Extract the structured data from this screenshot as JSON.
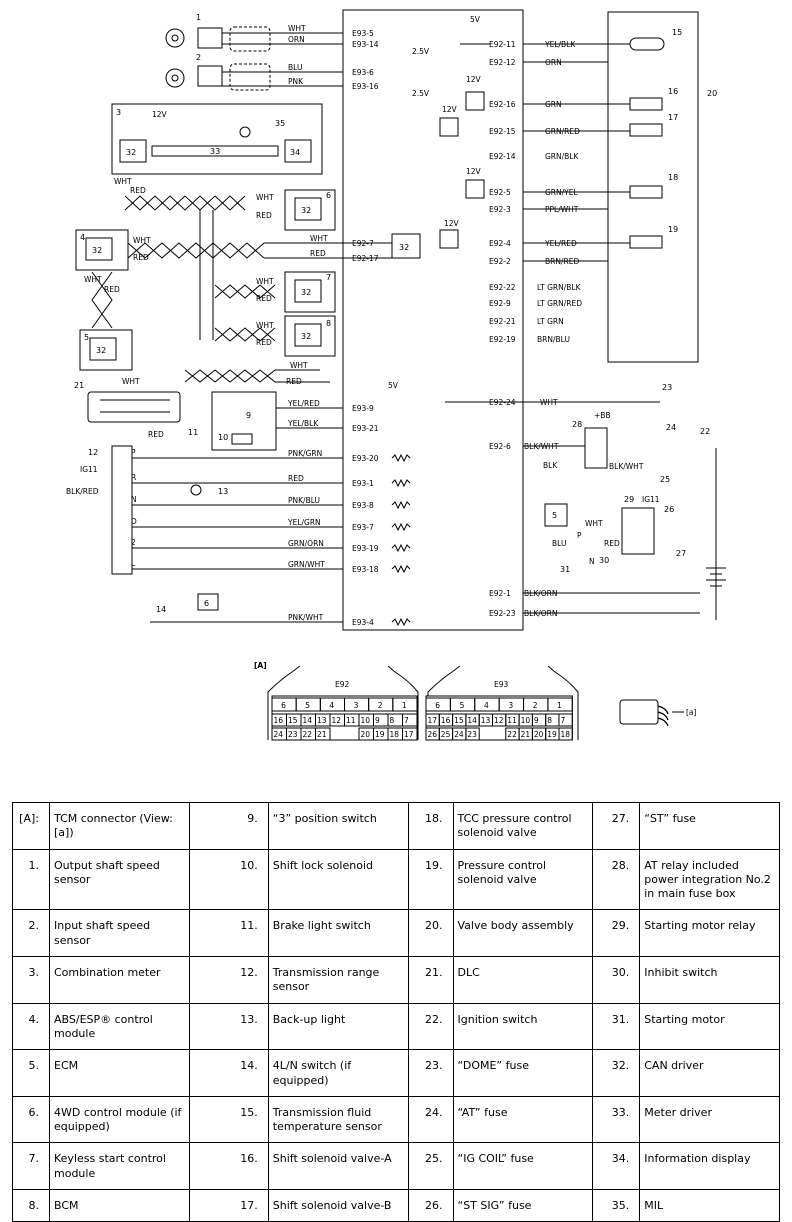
{
  "legend": {
    "rows": [
      [
        {
          "k": "[A]:",
          "v": "TCM connector (View: [a])"
        },
        {
          "k": "9.",
          "v": "“3” position switch"
        },
        {
          "k": "18.",
          "v": "TCC pressure control solenoid valve"
        },
        {
          "k": "27.",
          "v": "“ST” fuse"
        }
      ],
      [
        {
          "k": "1.",
          "v": "Output shaft speed sensor"
        },
        {
          "k": "10.",
          "v": "Shift lock solenoid"
        },
        {
          "k": "19.",
          "v": "Pressure control solenoid valve"
        },
        {
          "k": "28.",
          "v": "AT relay included power integration No.2 in main fuse box"
        }
      ],
      [
        {
          "k": "2.",
          "v": "Input shaft speed sensor"
        },
        {
          "k": "11.",
          "v": "Brake light switch"
        },
        {
          "k": "20.",
          "v": "Valve body assembly"
        },
        {
          "k": "29.",
          "v": "Starting motor relay"
        }
      ],
      [
        {
          "k": "3.",
          "v": "Combination meter"
        },
        {
          "k": "12.",
          "v": "Transmission range sensor"
        },
        {
          "k": "21.",
          "v": "DLC"
        },
        {
          "k": "30.",
          "v": "Inhibit switch"
        }
      ],
      [
        {
          "k": "4.",
          "v": "ABS/ESP® control module"
        },
        {
          "k": "13.",
          "v": "Back-up light"
        },
        {
          "k": "22.",
          "v": "Ignition switch"
        },
        {
          "k": "31.",
          "v": "Starting motor"
        }
      ],
      [
        {
          "k": "5.",
          "v": "ECM"
        },
        {
          "k": "14.",
          "v": "4L/N switch (if equipped)"
        },
        {
          "k": "23.",
          "v": "“DOME” fuse"
        },
        {
          "k": "32.",
          "v": "CAN driver"
        }
      ],
      [
        {
          "k": "6.",
          "v": "4WD control module (if equipped)"
        },
        {
          "k": "15.",
          "v": "Transmission fluid temperature sensor"
        },
        {
          "k": "24.",
          "v": "“AT” fuse"
        },
        {
          "k": "33.",
          "v": "Meter driver"
        }
      ],
      [
        {
          "k": "7.",
          "v": "Keyless start control module"
        },
        {
          "k": "16.",
          "v": "Shift solenoid valve-A"
        },
        {
          "k": "25.",
          "v": "“IG COIL” fuse"
        },
        {
          "k": "34.",
          "v": "Information display"
        }
      ],
      [
        {
          "k": "8.",
          "v": "BCM"
        },
        {
          "k": "17.",
          "v": "Shift solenoid valve-B"
        },
        {
          "k": "26.",
          "v": "“ST SIG” fuse"
        },
        {
          "k": "35.",
          "v": "MIL"
        }
      ]
    ]
  },
  "tcm_left": [
    {
      "pin": "E93-5",
      "wire": "WHT"
    },
    {
      "pin": "E93-14",
      "wire": "ORN"
    },
    {
      "pin": "E93-6",
      "wire": "BLU"
    },
    {
      "pin": "E93-16",
      "wire": "PNK"
    },
    {
      "pin": "E92-7",
      "wire": "WHT"
    },
    {
      "pin": "E92-17",
      "wire": "RED"
    },
    {
      "pin": "E93-9",
      "wire": "YEL/RED"
    },
    {
      "pin": "E93-21",
      "wire": "YEL/BLK"
    },
    {
      "pin": "E93-20",
      "wire": "PNK/GRN"
    },
    {
      "pin": "E93-1",
      "wire": "RED"
    },
    {
      "pin": "E93-8",
      "wire": "PNK/BLU"
    },
    {
      "pin": "E93-7",
      "wire": "YEL/GRN"
    },
    {
      "pin": "E93-19",
      "wire": "GRN/ORN"
    },
    {
      "pin": "E93-18",
      "wire": "GRN/WHT"
    },
    {
      "pin": "E93-4",
      "wire": "PNK/WHT"
    }
  ],
  "tcm_right": [
    {
      "pin": "E92-11",
      "wire": "YEL/BLK"
    },
    {
      "pin": "E92-12",
      "wire": "ORN"
    },
    {
      "pin": "E92-16",
      "wire": "GRN"
    },
    {
      "pin": "E92-15",
      "wire": "GRN/RED"
    },
    {
      "pin": "E92-14",
      "wire": "GRN/BLK"
    },
    {
      "pin": "E92-5",
      "wire": "GRN/YEL"
    },
    {
      "pin": "E92-3",
      "wire": "PPL/WHT"
    },
    {
      "pin": "E92-4",
      "wire": "YEL/RED"
    },
    {
      "pin": "E92-2",
      "wire": "BRN/RED"
    },
    {
      "pin": "E92-22",
      "wire": "LT GRN/BLK"
    },
    {
      "pin": "E92-9",
      "wire": "LT GRN/RED"
    },
    {
      "pin": "E92-21",
      "wire": "LT GRN"
    },
    {
      "pin": "E92-19",
      "wire": "BRN/BLU"
    },
    {
      "pin": "E92-24",
      "wire": "WHT"
    },
    {
      "pin": "E92-6",
      "wire": "BLK/WHT"
    },
    {
      "pin": "E92-1",
      "wire": "BLK/ORN"
    },
    {
      "pin": "E92-23",
      "wire": "BLK/ORN"
    }
  ],
  "labels": {
    "v5": "5V",
    "v12": "12V",
    "v25": "2.5V",
    "plusbb": "+BB",
    "ig11": "IG11",
    "blkred": "BLK/RED",
    "blk": "BLK",
    "blkwht": "BLK/WHT",
    "wht": "WHT",
    "red": "RED",
    "blu": "BLU",
    "p": "P",
    "n": "N",
    "view_a": "[A]",
    "arrow_a": "[a]",
    "range": [
      "P",
      "R",
      "N",
      "D",
      "2",
      "L"
    ],
    "conn_e92": "E92",
    "conn_e93": "E93",
    "e92_top": [
      "6",
      "5",
      "4",
      "3",
      "2",
      "1"
    ],
    "e92_mid": [
      "16",
      "15",
      "14",
      "13",
      "12",
      "11",
      "10",
      "9",
      "8",
      "7"
    ],
    "e92_bot": [
      "24",
      "23",
      "22",
      "21",
      "20",
      "19",
      "18",
      "17"
    ],
    "e93_top": [
      "6",
      "5",
      "4",
      "3",
      "2",
      "1"
    ],
    "e93_mid": [
      "17",
      "16",
      "15",
      "14",
      "13",
      "12",
      "11",
      "10",
      "9",
      "8",
      "7"
    ],
    "e93_bot": [
      "26",
      "25",
      "24",
      "23",
      "22",
      "21",
      "20",
      "19",
      "18"
    ]
  }
}
